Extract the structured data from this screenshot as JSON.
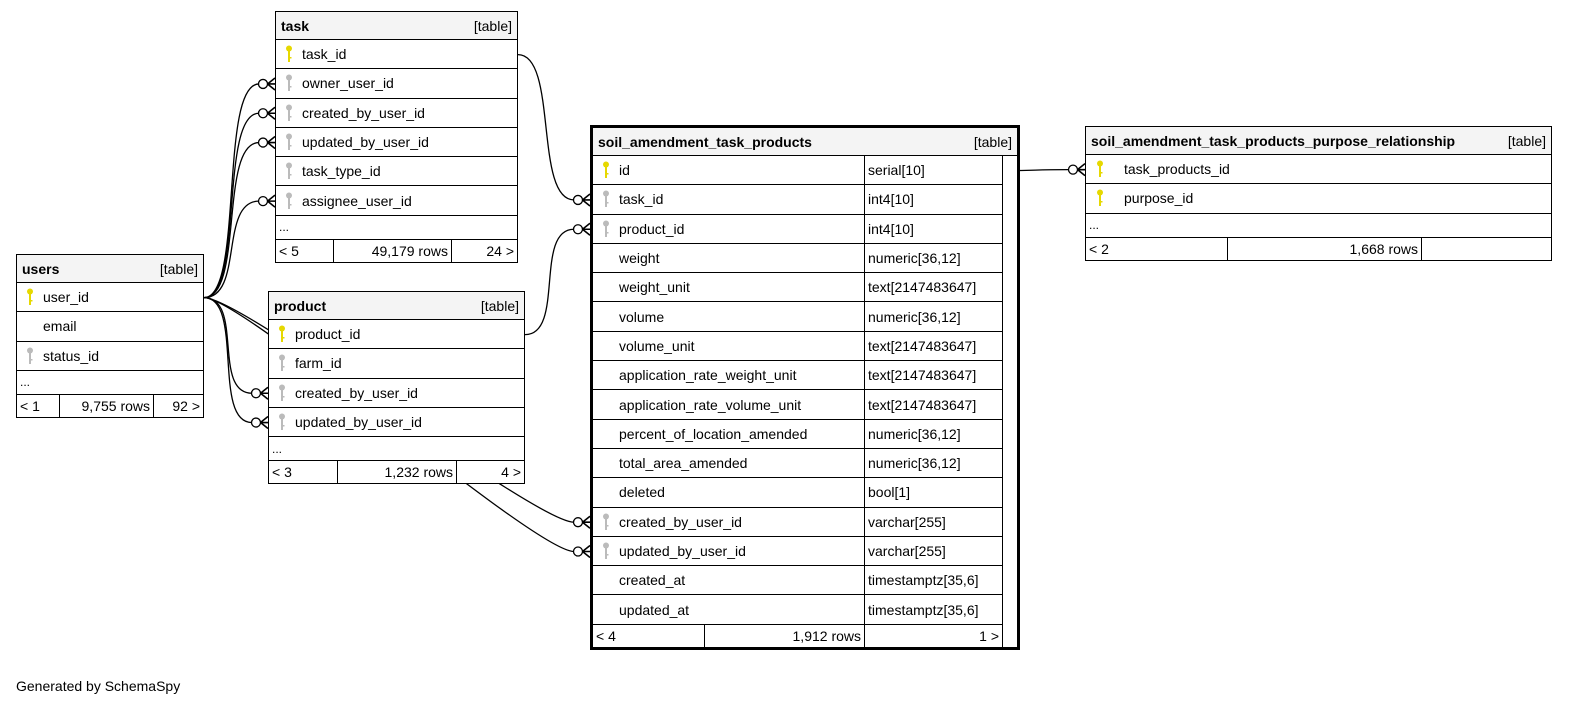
{
  "colors": {
    "primary_key": "#e6d800",
    "foreign_key": "#bbbbbb",
    "header_bg": "#f4f4f4"
  },
  "tables": {
    "task": {
      "name": "task",
      "kind": "[table]",
      "columns": [
        {
          "name": "task_id",
          "key": "primary"
        },
        {
          "name": "owner_user_id",
          "key": "foreign"
        },
        {
          "name": "created_by_user_id",
          "key": "foreign"
        },
        {
          "name": "updated_by_user_id",
          "key": "foreign"
        },
        {
          "name": "task_type_id",
          "key": "foreign"
        },
        {
          "name": "assignee_user_id",
          "key": "foreign"
        }
      ],
      "ellipsis": "...",
      "footer": {
        "prev": "< 5",
        "rows": "49,179 rows",
        "next": "24 >"
      }
    },
    "users": {
      "name": "users",
      "kind": "[table]",
      "columns": [
        {
          "name": "user_id",
          "key": "primary"
        },
        {
          "name": "email",
          "key": "none"
        },
        {
          "name": "status_id",
          "key": "foreign"
        }
      ],
      "ellipsis": "...",
      "footer": {
        "prev": "< 1",
        "rows": "9,755 rows",
        "next": "92 >"
      }
    },
    "product": {
      "name": "product",
      "kind": "[table]",
      "columns": [
        {
          "name": "product_id",
          "key": "primary"
        },
        {
          "name": "farm_id",
          "key": "foreign"
        },
        {
          "name": "created_by_user_id",
          "key": "foreign"
        },
        {
          "name": "updated_by_user_id",
          "key": "foreign"
        }
      ],
      "ellipsis": "...",
      "footer": {
        "prev": "< 3",
        "rows": "1,232 rows",
        "next": "4 >"
      }
    },
    "soil_amendment_task_products": {
      "name": "soil_amendment_task_products",
      "kind": "[table]",
      "columns": [
        {
          "name": "id",
          "type": "serial[10]",
          "key": "primary"
        },
        {
          "name": "task_id",
          "type": "int4[10]",
          "key": "foreign"
        },
        {
          "name": "product_id",
          "type": "int4[10]",
          "key": "foreign"
        },
        {
          "name": "weight",
          "type": "numeric[36,12]",
          "key": "none"
        },
        {
          "name": "weight_unit",
          "type": "text[2147483647]",
          "key": "none"
        },
        {
          "name": "volume",
          "type": "numeric[36,12]",
          "key": "none"
        },
        {
          "name": "volume_unit",
          "type": "text[2147483647]",
          "key": "none"
        },
        {
          "name": "application_rate_weight_unit",
          "type": "text[2147483647]",
          "key": "none"
        },
        {
          "name": "application_rate_volume_unit",
          "type": "text[2147483647]",
          "key": "none"
        },
        {
          "name": "percent_of_location_amended",
          "type": "numeric[36,12]",
          "key": "none"
        },
        {
          "name": "total_area_amended",
          "type": "numeric[36,12]",
          "key": "none"
        },
        {
          "name": "deleted",
          "type": "bool[1]",
          "key": "none"
        },
        {
          "name": "created_by_user_id",
          "type": "varchar[255]",
          "key": "foreign"
        },
        {
          "name": "updated_by_user_id",
          "type": "varchar[255]",
          "key": "foreign"
        },
        {
          "name": "created_at",
          "type": "timestamptz[35,6]",
          "key": "none"
        },
        {
          "name": "updated_at",
          "type": "timestamptz[35,6]",
          "key": "none"
        }
      ],
      "footer": {
        "prev": "< 4",
        "rows": "1,912 rows",
        "next": "1 >"
      }
    },
    "purpose_relationship": {
      "name": "soil_amendment_task_products_purpose_relationship",
      "kind": "[table]",
      "columns": [
        {
          "name": "task_products_id",
          "key": "primary"
        },
        {
          "name": "purpose_id",
          "key": "primary"
        }
      ],
      "ellipsis": "...",
      "footer": {
        "prev": "< 2",
        "rows": "1,668 rows",
        "next": ""
      }
    }
  },
  "relationships": [
    {
      "from": "users.user_id",
      "to": "task.owner_user_id"
    },
    {
      "from": "users.user_id",
      "to": "task.created_by_user_id"
    },
    {
      "from": "users.user_id",
      "to": "task.updated_by_user_id"
    },
    {
      "from": "users.user_id",
      "to": "task.assignee_user_id"
    },
    {
      "from": "users.user_id",
      "to": "product.created_by_user_id"
    },
    {
      "from": "users.user_id",
      "to": "product.updated_by_user_id"
    },
    {
      "from": "users.user_id",
      "to": "soil_amendment_task_products.created_by_user_id"
    },
    {
      "from": "users.user_id",
      "to": "soil_amendment_task_products.updated_by_user_id"
    },
    {
      "from": "task.task_id",
      "to": "soil_amendment_task_products.task_id"
    },
    {
      "from": "product.product_id",
      "to": "soil_amendment_task_products.product_id"
    },
    {
      "from": "soil_amendment_task_products.id",
      "to": "purpose_relationship.task_products_id"
    }
  ],
  "footer_note": "Generated by SchemaSpy"
}
